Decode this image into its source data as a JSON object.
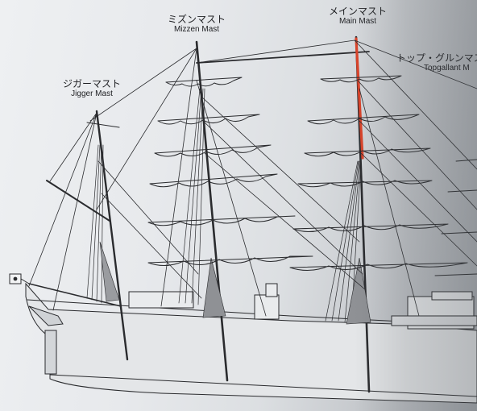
{
  "labels": {
    "jigger": {
      "jp": "ジガーマスト",
      "en": "Jigger Mast"
    },
    "mizzen": {
      "jp": "ミズンマスト",
      "en": "Mizzen Mast"
    },
    "main": {
      "jp": "メインマスト",
      "en": "Main Mast"
    },
    "topgallant": {
      "jp": "トップ・グルンマス",
      "en": "Topgallant M"
    }
  },
  "colors": {
    "line": "#2a2b2e",
    "highlight": "#d9432a",
    "hull": "#e4e6e8"
  },
  "icons": {
    "flag": "flag-icon"
  }
}
